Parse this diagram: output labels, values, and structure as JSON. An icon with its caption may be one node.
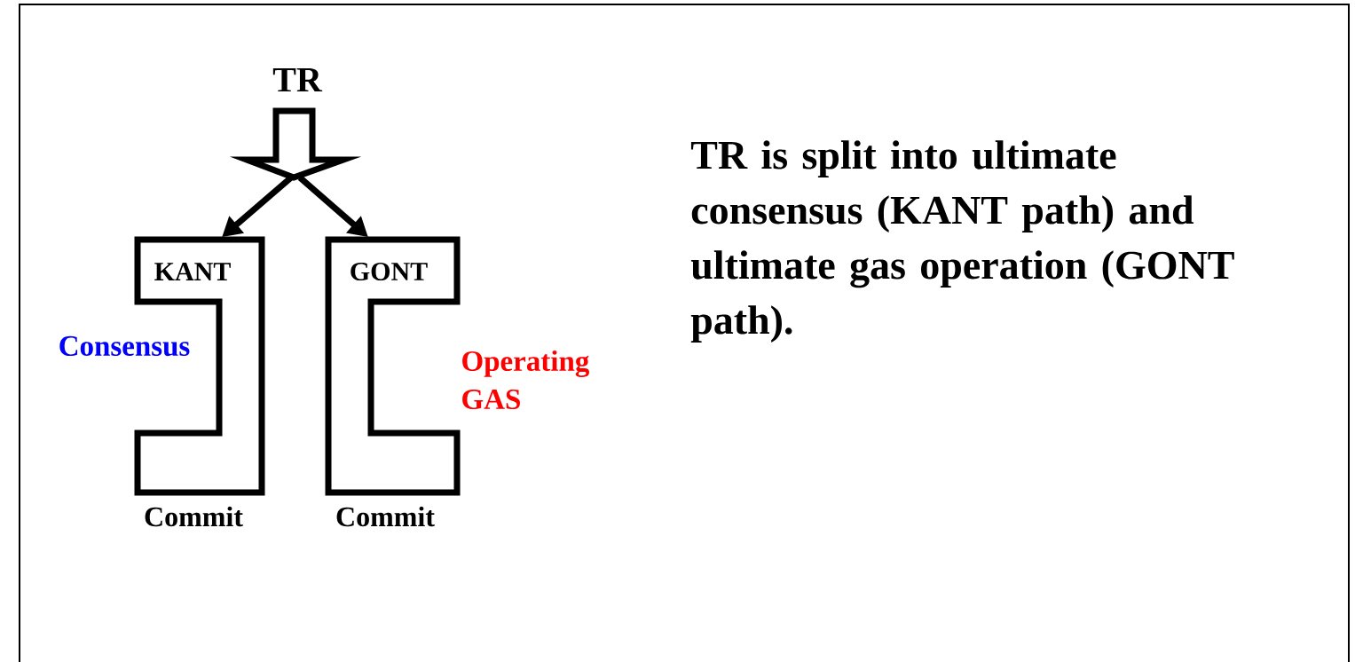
{
  "diagram": {
    "nodes": [
      {
        "text": [
          "TR"
        ]
      },
      {
        "text": [
          "KANT"
        ],
        "beside": [
          "Consensus",
          "Commit"
        ]
      },
      {
        "text": [
          "GONT"
        ],
        "beside": [
          "Operating GAS",
          "Commit"
        ]
      }
    ],
    "edges": [
      {
        "from": 0,
        "to": 1,
        "arrow": "to"
      },
      {
        "from": 0,
        "to": 2,
        "arrow": "to"
      }
    ],
    "labels": [
      "TR is split into ultimate consensus (KANT path) and ultimate gas operation (GONT path)."
    ]
  }
}
